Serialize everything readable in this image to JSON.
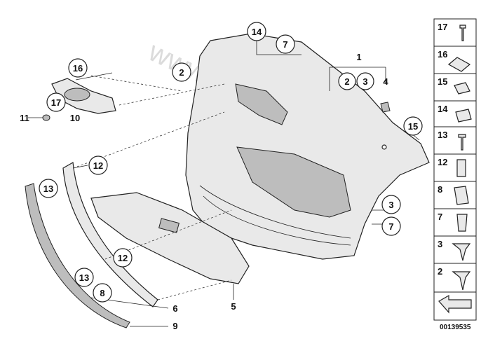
{
  "callouts": {
    "c14": "14",
    "c7_top": "7",
    "c1": "1",
    "c2_a": "2",
    "c3_a": "3",
    "c4": "4",
    "c2_b": "2",
    "c16": "16",
    "c17": "17",
    "c11": "11",
    "c10": "10",
    "c15": "15",
    "c12_a": "12",
    "c13_a": "13",
    "c3_b": "3",
    "c7_b": "7",
    "c12_b": "12",
    "c13_b": "13",
    "c8": "8",
    "c6": "6",
    "c5": "5",
    "c9": "9"
  },
  "legend": {
    "items": [
      "17",
      "16",
      "15",
      "14",
      "13",
      "12",
      "8",
      "7",
      "3",
      "2"
    ]
  },
  "diagram_number": "00139535",
  "watermark": "www.BMWstore.pl"
}
